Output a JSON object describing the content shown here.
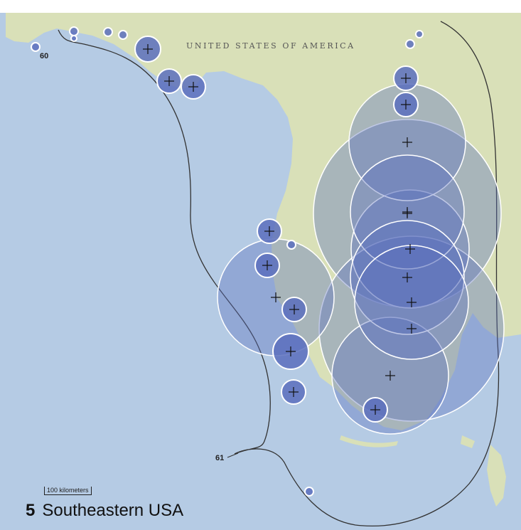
{
  "map": {
    "country_label": "UNITED STATES OF AMERICA",
    "line_labels": [
      "60",
      "61"
    ],
    "scale_label": "100 kilometers",
    "caption_number": "5",
    "caption_text": "Southeastern USA"
  },
  "colors": {
    "water": "#b5cbe4",
    "land": "#d9e0b8",
    "circle_fill": "#5a6ebd",
    "circle_stroke": "#ffffff",
    "boundary_line": "#333333"
  }
}
